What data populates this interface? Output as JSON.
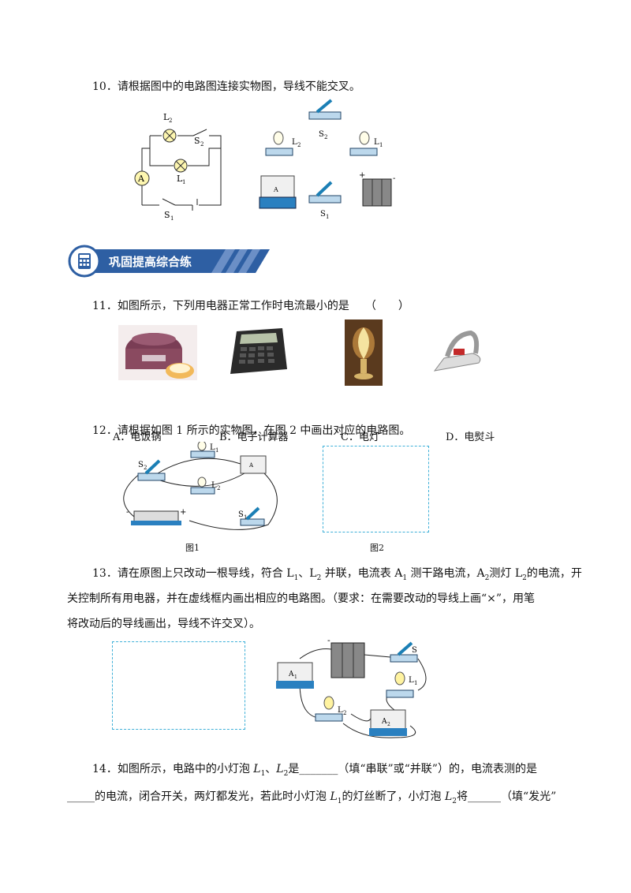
{
  "q10": {
    "text": "10．请根据图中的电路图连接实物图，导线不能交叉。"
  },
  "diag10": {
    "L": "L",
    "S": "S",
    "A": "A",
    "sub1": "1",
    "sub2": "2",
    "plus": "+",
    "minus": "-"
  },
  "banner": {
    "title": "巩固提高综合练"
  },
  "q11": {
    "text": "11．如图所示，下列用电器正常工作时电流最小的是",
    "paren": "（　　）",
    "options": [
      "A．电饭锅",
      "B．电子计算器",
      "C．电灯",
      "D．电熨斗"
    ]
  },
  "q12": {
    "text": "12．请根据如图 1 所示的实物图，在图 2 中画出对应的电路图。",
    "fig1": "图1",
    "fig2": "图2"
  },
  "q13": {
    "line1_a": "13．请在原图上只改动一根导线，符合 L",
    "line1_b": "、L",
    "line1_c": " 并联，电流表 A",
    "line1_d": " 测干路电流，A",
    "line1_e": "测灯 L",
    "line1_f": "的电流，开",
    "line2": "关控制所有用电器，并在虚线框内画出相应的电路图。（要求：在需要改动的导线上画“×”，用笔",
    "line3": "将改动后的导线画出，导线不许交叉）。"
  },
  "q14": {
    "line1_a": "14．如图所示，电路中的小灯泡 ",
    "L": "L",
    "sep": "、",
    "line1_b": "是_______（填“串联”或“并联”）的，电流表测的是",
    "line2_a": "_____的电流，闭合开关，两灯都发光，若此时小灯泡 ",
    "line2_b": "的灯丝断了，小灯泡 ",
    "line2_c": "将______（填“发光”"
  },
  "subs": {
    "s1": "1",
    "s2": "2"
  }
}
